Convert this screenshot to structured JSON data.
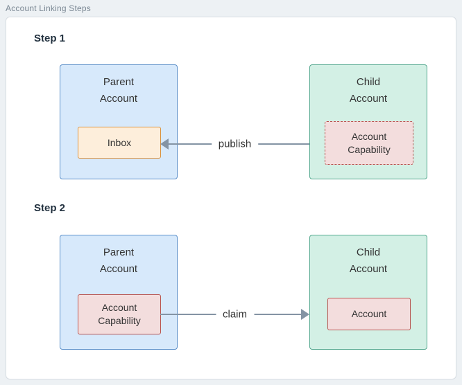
{
  "diagram": {
    "title": "Account Linking Steps",
    "colors": {
      "background": "#edf1f4",
      "canvas": "#ffffff",
      "canvas_border": "#d6dce2",
      "parent_fill": "#d7e9fb",
      "parent_border": "#5b8fc9",
      "child_fill": "#d3f0e5",
      "child_border": "#53a88e",
      "inbox_fill": "#fdeedb",
      "inbox_border": "#d9913f",
      "capability_fill": "#f3dddd",
      "capability_border": "#b85450",
      "arrow": "#8494a4",
      "text": "#333333",
      "step_text": "#22313f",
      "title_text": "#7b8894"
    },
    "steps": [
      {
        "label": "Step 1",
        "parent": {
          "title": "Parent\nAccount",
          "inner": "Inbox"
        },
        "child": {
          "title": "Child\nAccount",
          "inner": "Account\nCapability"
        },
        "arrow_label": "publish",
        "arrow_direction": "left"
      },
      {
        "label": "Step 2",
        "parent": {
          "title": "Parent\nAccount",
          "inner": "Account\nCapability"
        },
        "child": {
          "title": "Child\nAccount",
          "inner": "Account"
        },
        "arrow_label": "claim",
        "arrow_direction": "right"
      }
    ]
  }
}
